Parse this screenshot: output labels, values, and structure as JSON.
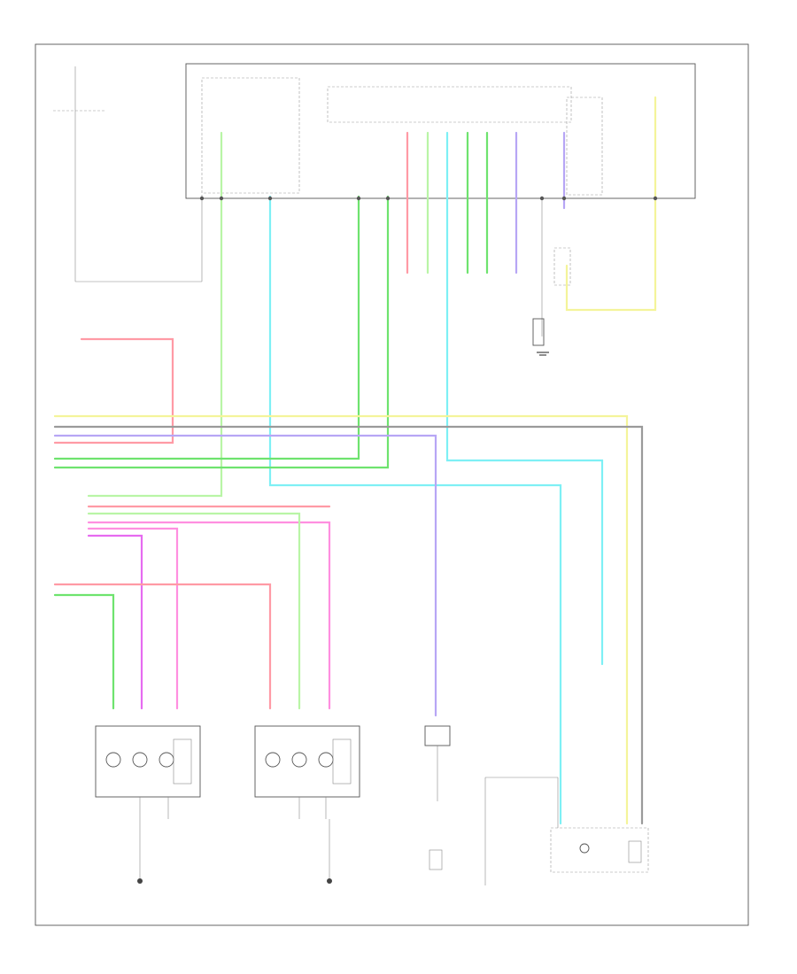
{
  "diagram": {
    "footer_code": "",
    "wire_colors": {
      "red": "#ff9aa5",
      "pink": "#ff8fe0",
      "magenta": "#e66bf0",
      "green": "#6ee36e",
      "lightgreen": "#b9f5a6",
      "yellow": "#f4f49a",
      "cyan": "#7ef0f5",
      "violet": "#b7a6f5",
      "gray": "#9a9a9a",
      "black": "#444444"
    },
    "icons": [
      "ground-symbol",
      "lamp-symbol",
      "switch-symbol",
      "connector-symbol"
    ]
  }
}
